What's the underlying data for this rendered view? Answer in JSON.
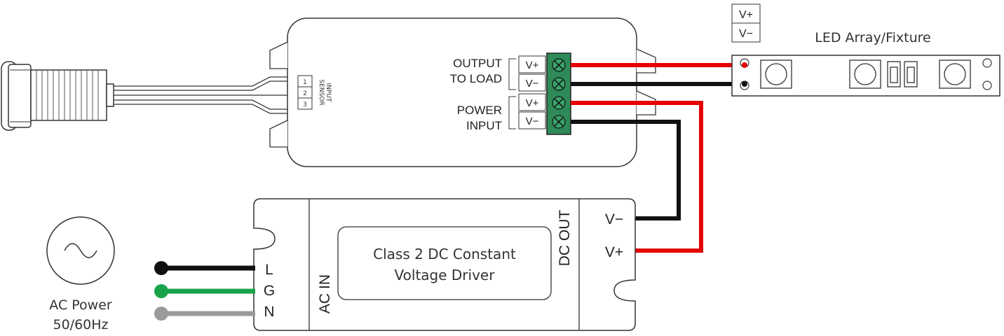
{
  "controller": {
    "sensor_pins": [
      "1",
      "2",
      "3"
    ],
    "sensor_label_line1": "SENSOR",
    "sensor_label_line2": "INPUT",
    "output_label_line1": "OUTPUT",
    "output_label_line2": "TO LOAD",
    "power_label_line1": "POWER",
    "power_label_line2": "INPUT",
    "terminal_vplus_out": "V+",
    "terminal_vminus_out": "V−",
    "terminal_vplus_in": "V+",
    "terminal_vminus_in": "V−"
  },
  "led": {
    "title": "LED Array/Fixture",
    "legend_vplus": "V+",
    "legend_vminus": "V−"
  },
  "driver": {
    "title_line1": "Class 2 DC Constant",
    "title_line2": "Voltage Driver",
    "ac_in": "AC IN",
    "dc_out": "DC OUT",
    "vminus": "V−",
    "vplus": "V+",
    "l": "L",
    "g": "G",
    "n": "N"
  },
  "ac_source": {
    "label_line1": "AC Power",
    "label_line2": "50/60Hz"
  },
  "colors": {
    "positive_wire": "#e60000",
    "negative_wire": "#111111",
    "ground_wire": "#1aa34a",
    "neutral_wire": "#9a9a9a",
    "terminal_block": "#2e8b57"
  }
}
